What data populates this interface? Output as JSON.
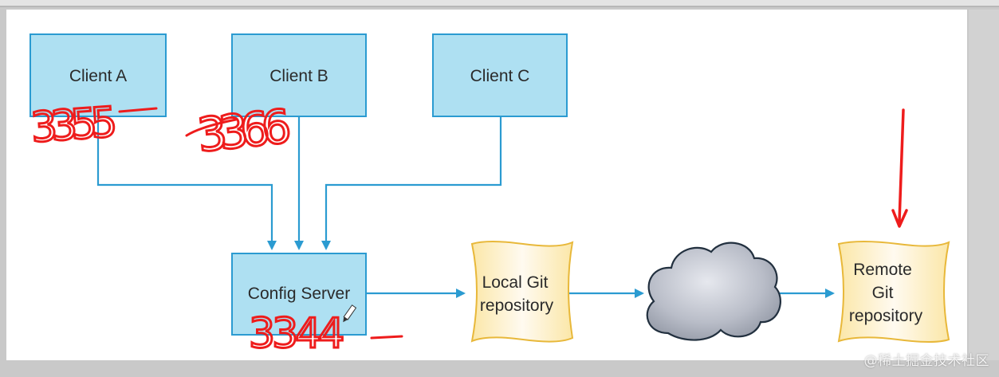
{
  "nodes": {
    "client_a": "Client A",
    "client_b": "Client B",
    "client_c": "Client C",
    "config_server": "Config Server",
    "local_git": [
      "Local Git",
      "repository"
    ],
    "remote_git": [
      "Remote",
      "Git",
      "repository"
    ]
  },
  "annotations": {
    "client_a_port": "3355",
    "client_b_port": "3366",
    "config_server_port": "3344"
  },
  "watermark": "@稀土掘金技术社区",
  "colors": {
    "box_fill": "#aee0f2",
    "box_stroke": "#2b9bd1",
    "arrow": "#2b9bd1",
    "scroll_fill": "#fdf3cf",
    "scroll_stroke": "#e8b83a",
    "annotation": "#ee1c1c",
    "cloud_fill": "#b8bcc6",
    "cloud_stroke": "#22303f"
  },
  "icons": [
    "cloud-icon",
    "pen-cursor-icon"
  ]
}
